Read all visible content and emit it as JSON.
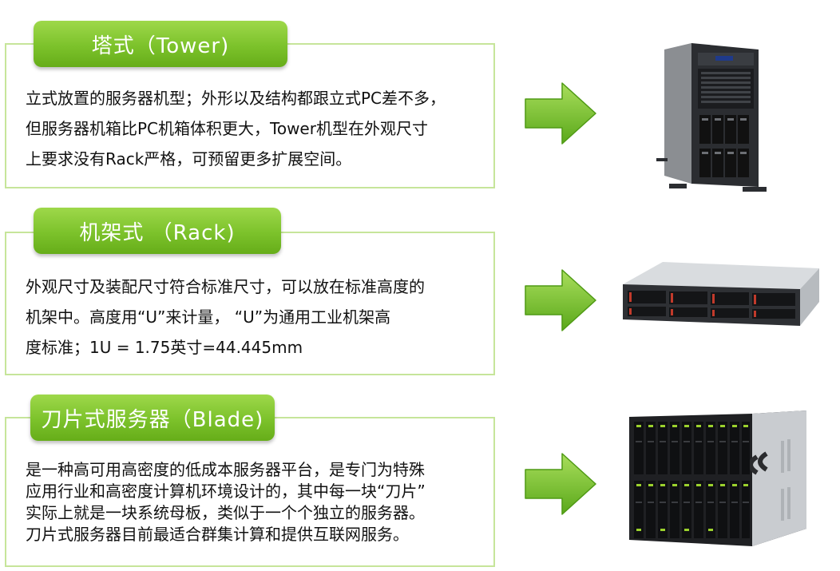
{
  "sections": [
    {
      "title": "塔式（Tower)",
      "lines": [
        "立式放置的服务器机型；外形以及结构都跟立式PC差不多，",
        "但服务器机箱比PC机箱体积更大，Tower机型在外观尺寸",
        "上要求没有Rack严格，可预留更多扩展空间。"
      ],
      "image": "tower-server"
    },
    {
      "title": "机架式 （Rack)",
      "lines": [
        "外观尺寸及装配尺寸符合标准尺寸，可以放在标准高度的",
        "机架中。高度用“U”来计量， “U”为通用工业机架高",
        "度标准；1U = 1.75英寸=44.445mm"
      ],
      "image": "rack-server"
    },
    {
      "title": "刀片式服务器（Blade)",
      "lines": [
        "是一种高可用高密度的低成本服务器平台，是专门为特殊",
        "应用行业和高密度计算机环境设计的，其中每一块“刀片”",
        "实际上就是一块系统母板，类似于一个个独立的服务器。",
        "刀片式服务器目前最适合群集计算和提供互联网服务。"
      ],
      "image": "blade-server"
    }
  ],
  "colors": {
    "accent": "#7cc22b",
    "border": "#c6e59a",
    "arrow": "#6cbf2a"
  }
}
